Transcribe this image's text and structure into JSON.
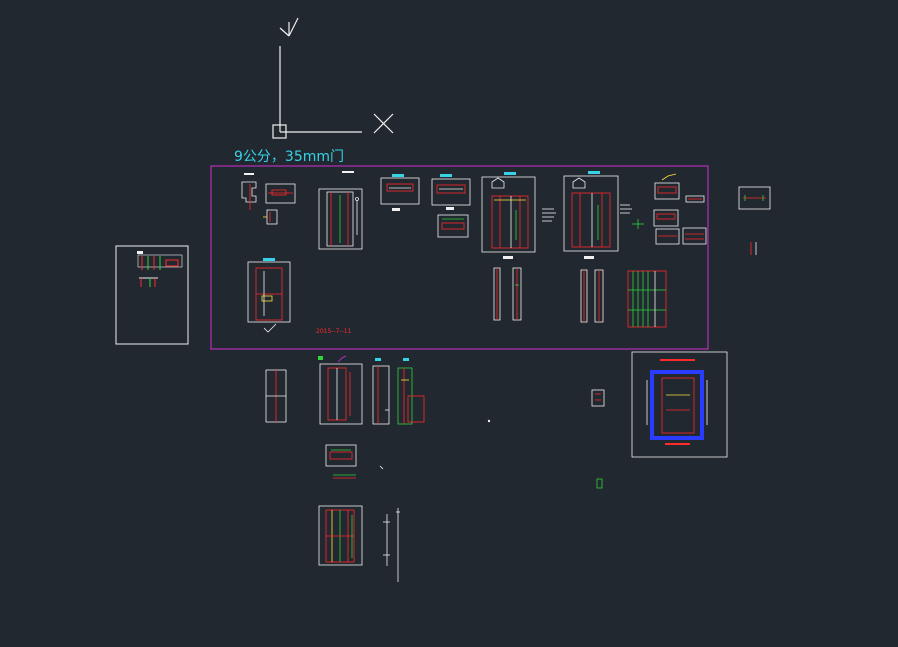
{
  "drawing": {
    "title": "9公分，35mm门",
    "date_note": "2015--7--11"
  },
  "ucs": {
    "x_label": "X",
    "y_label": "Y"
  },
  "colors": {
    "background": "#212830",
    "frame_magenta": "#d42fd6",
    "title_cyan": "#36d3e6",
    "line_white": "#f0f0f0",
    "line_red": "#ff2a2a",
    "line_green": "#2fd33a",
    "line_blue": "#2a3cff",
    "line_yellow": "#ffe23a"
  }
}
